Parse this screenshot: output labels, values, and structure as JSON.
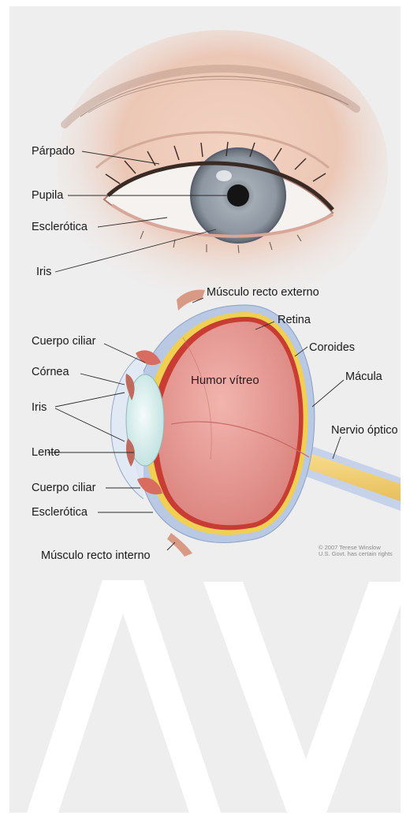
{
  "top_labels": {
    "eyelid": "Párpado",
    "pupil": "Pupila",
    "sclera": "Esclerótica",
    "iris": "Iris"
  },
  "cross_section_labels": {
    "lateral_rectus": "Músculo recto externo",
    "retina": "Retina",
    "choroid": "Coroides",
    "ciliary_body_top": "Cuerpo ciliar",
    "cornea": "Córnea",
    "vitreous": "Humor vítreo",
    "macula": "Mácula",
    "iris": "Iris",
    "optic_nerve": "Nervio óptico",
    "lens": "Lente",
    "ciliary_body_bottom": "Cuerpo ciliar",
    "sclera": "Esclerótica",
    "medial_rectus": "Músculo recto interno"
  },
  "credit": {
    "line1": "© 2007 Terese Winslow",
    "line2": "U.S. Govt. has certain rights"
  },
  "watermark": "AV",
  "colors": {
    "background": "#eeeeee",
    "sclera_outer": "#b9c8e3",
    "choroid": "#f0cf52",
    "retina": "#c83c34",
    "vitreous": "#e69a96",
    "optic_nerve": "#f4d27a",
    "iris_gray": "#8f9aa6"
  }
}
